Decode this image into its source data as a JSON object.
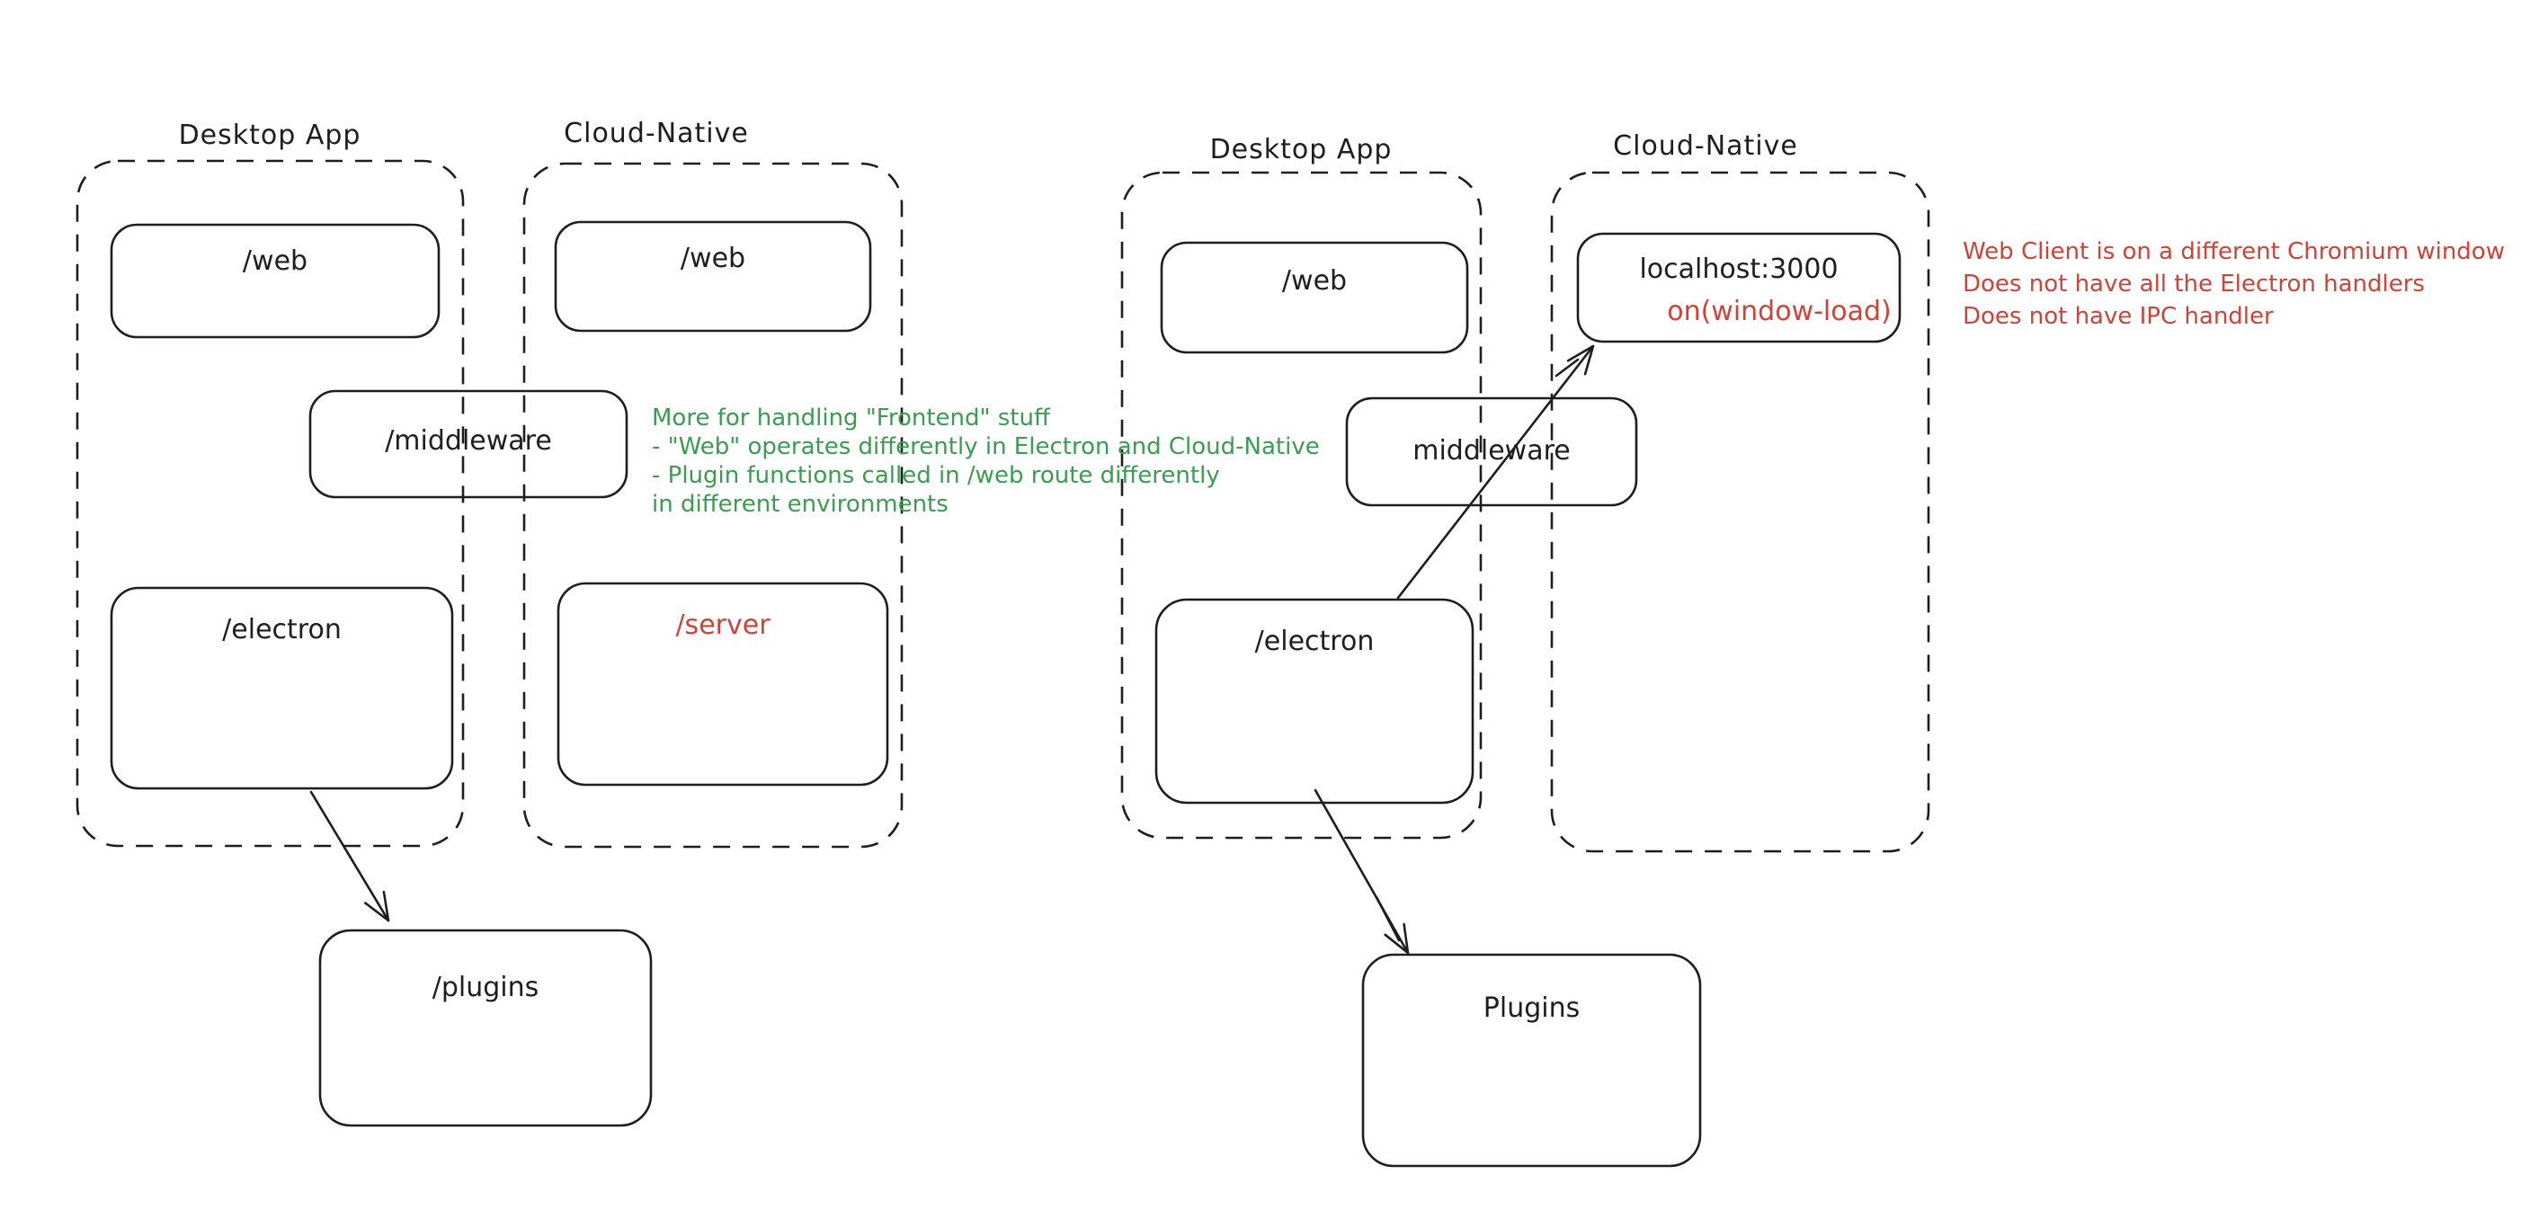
{
  "colors": {
    "stroke": "#1e1e1e",
    "green": "#3a9c50",
    "red": "#cc4437",
    "background": "#ffffff"
  },
  "diagram1": {
    "desktop_app": {
      "label": "Desktop App",
      "web": "/web",
      "electron": "/electron"
    },
    "cloud_native": {
      "label": "Cloud-Native",
      "web": "/web",
      "server": "/server"
    },
    "middleware": "/middleware",
    "plugins": "/plugins",
    "note_green": {
      "line1": "More for handling \"Frontend\" stuff",
      "line2": "- \"Web\" operates differently in Electron and Cloud-Native",
      "line3": "- Plugin functions called in /web route differently",
      "line4": "in different environments"
    }
  },
  "diagram2": {
    "desktop_app": {
      "label": "Desktop App",
      "web": "/web",
      "electron": "/electron"
    },
    "cloud_native": {
      "label": "Cloud-Native",
      "localhost_title": "localhost:3000",
      "localhost_event": "on(window-load)"
    },
    "middleware": "middleware",
    "plugins": "Plugins",
    "note_red": {
      "line1": "Web Client is on a different Chromium window",
      "line2": "Does not have all the Electron handlers",
      "line3": "Does not have IPC handler"
    }
  }
}
